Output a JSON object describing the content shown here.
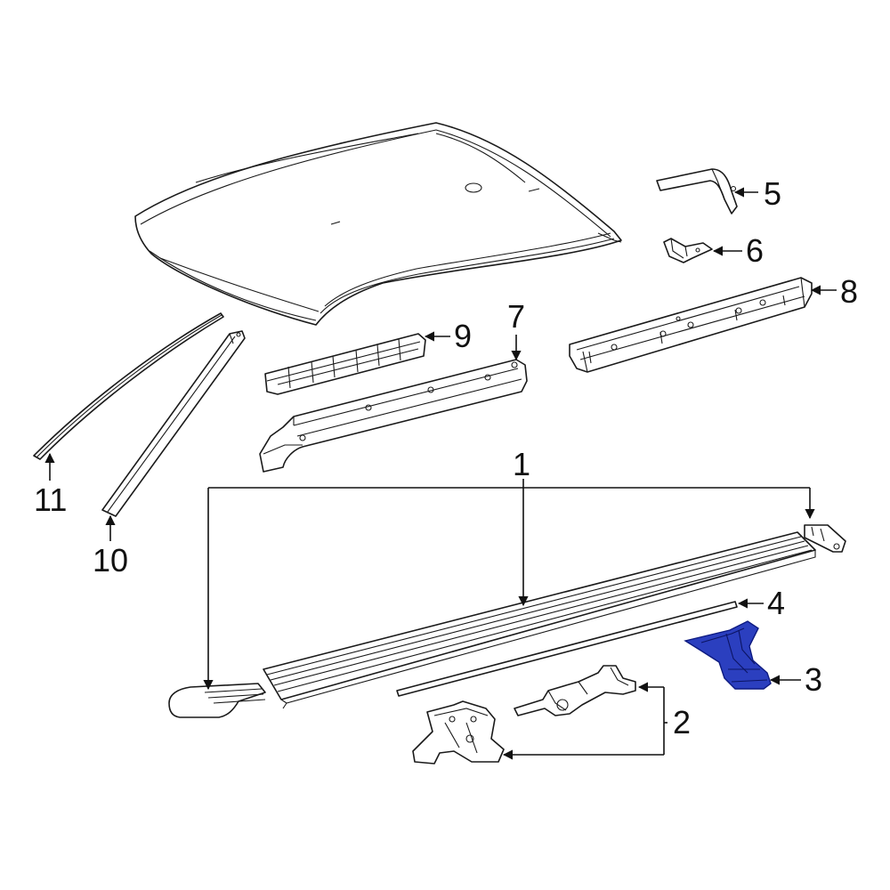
{
  "callouts": [
    {
      "id": "1",
      "label": "1"
    },
    {
      "id": "2",
      "label": "2"
    },
    {
      "id": "3",
      "label": "3"
    },
    {
      "id": "4",
      "label": "4"
    },
    {
      "id": "5",
      "label": "5"
    },
    {
      "id": "6",
      "label": "6"
    },
    {
      "id": "7",
      "label": "7"
    },
    {
      "id": "8",
      "label": "8"
    },
    {
      "id": "9",
      "label": "9"
    },
    {
      "id": "10",
      "label": "10"
    },
    {
      "id": "11",
      "label": "11"
    }
  ],
  "highlight_color": "#2b3fbf",
  "highlighted_part": "3"
}
